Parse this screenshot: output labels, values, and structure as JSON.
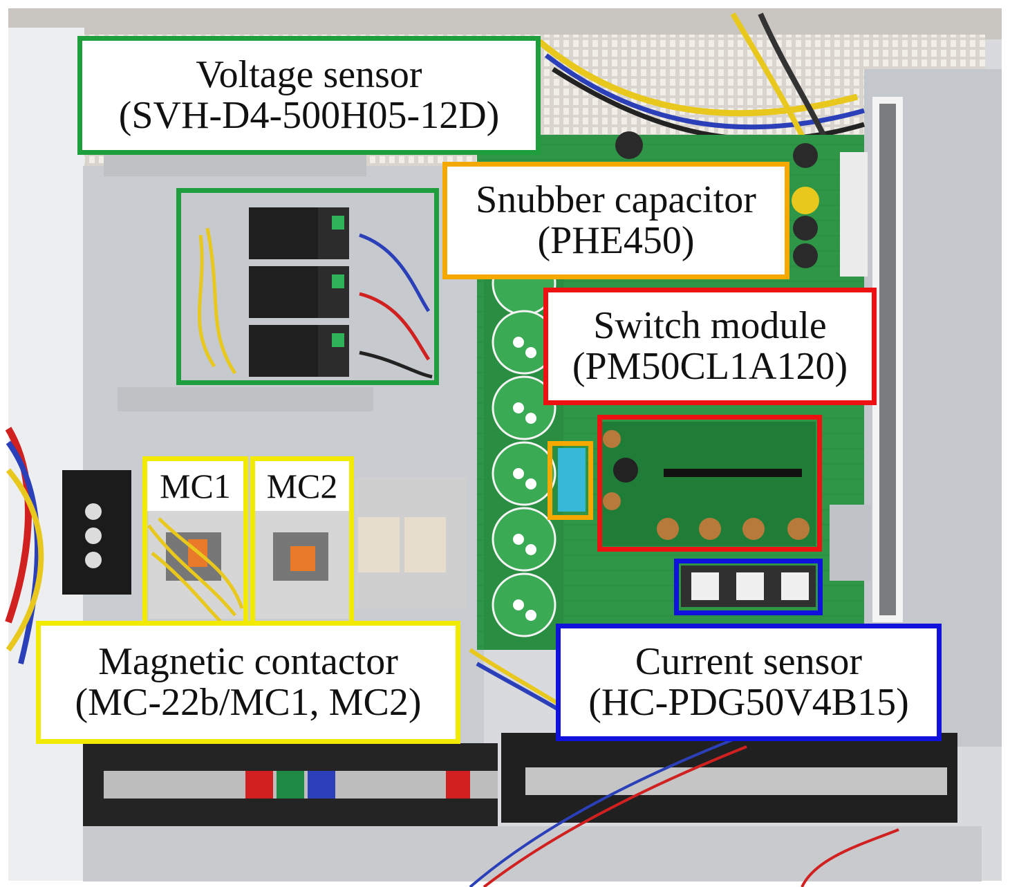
{
  "annotations": {
    "voltage_sensor": {
      "line1": "Voltage sensor",
      "line2": "(SVH-D4-500H05-12D)",
      "color": "#1e9e3c"
    },
    "snubber_capacitor": {
      "line1": "Snubber capacitor",
      "line2": "(PHE450)",
      "color": "#f5a800"
    },
    "switch_module": {
      "line1": "Switch module",
      "line2": "(PM50CL1A120)",
      "color": "#ee1111"
    },
    "magnetic_contactor": {
      "line1": "Magnetic contactor",
      "line2": "(MC-22b/MC1, MC2)",
      "color": "#f2ea00"
    },
    "mc1": {
      "label": "MC1"
    },
    "mc2": {
      "label": "MC2"
    },
    "current_sensor": {
      "line1": "Current sensor",
      "line2": "(HC-PDG50V4B15)",
      "color": "#1111dd"
    }
  },
  "scene_colors": {
    "enclosure": "#dfe1e4",
    "pcb": "#2f9a4a",
    "pcb_dark": "#1d6d33",
    "terminal_block": "#2a2a2a",
    "wire_yellow": "#e8c81c",
    "wire_blue": "#2a3fb8",
    "wire_red": "#d02020"
  }
}
